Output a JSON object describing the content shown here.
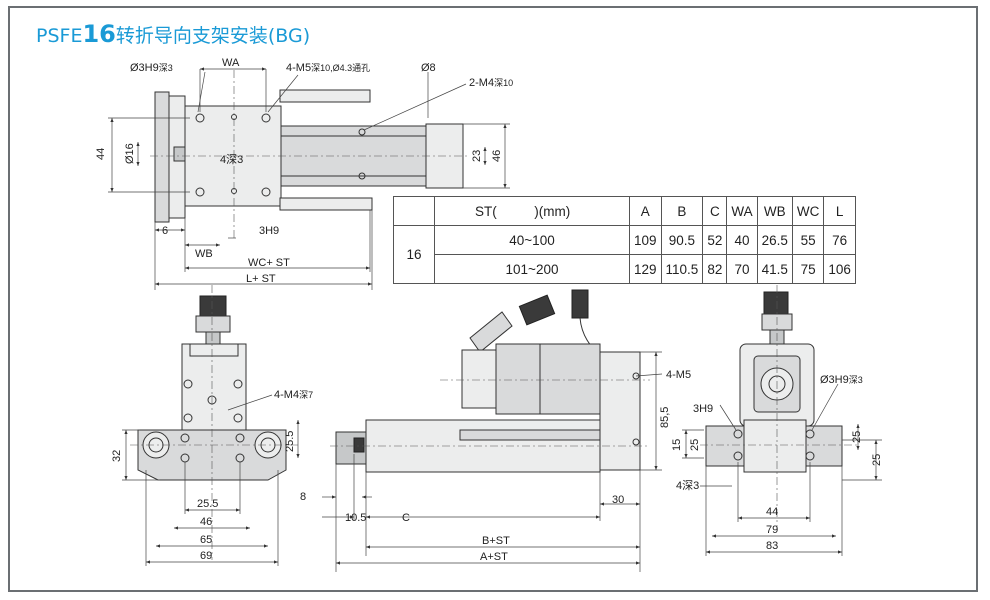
{
  "title": {
    "prefix": "PSFE",
    "size": "16",
    "suffix": "转折导向支架安装(BG)"
  },
  "colors": {
    "title": "#1a9ad6",
    "frame": "#6b6f73"
  },
  "spec_table": {
    "header": {
      "st": "ST(",
      "unit": ")(mm)",
      "cols": [
        "A",
        "B",
        "C",
        "WA",
        "WB",
        "WC",
        "L"
      ]
    },
    "model": "16",
    "rows": [
      {
        "st": "40~100",
        "values": [
          "109",
          "90.5",
          "52",
          "40",
          "26.5",
          "55",
          "76"
        ]
      },
      {
        "st": "101~200",
        "values": [
          "129",
          "110.5",
          "82",
          "70",
          "41.5",
          "75",
          "106"
        ]
      }
    ]
  },
  "top_view": {
    "d_pin": "Ø3H9",
    "d_pin_depth": "深3",
    "wa": "WA",
    "m5": "4-M5",
    "m5_depth": "深10,Ø4.3",
    "m5_through": "通孔",
    "d8": "Ø8",
    "m4": "2-M4",
    "m4_depth": "深10",
    "dim_44": "44",
    "d16": "Ø16",
    "depth_3": "4深3",
    "dim_23": "23",
    "dim_46": "46",
    "dim_6": "6",
    "h3": "3H9",
    "wb": "WB",
    "wc": "WC+ ST",
    "l": "L+ ST"
  },
  "left_view": {
    "m4": "4-M4",
    "m4_depth": "深7",
    "dim_32": "32",
    "dim_25_5v": "25.5",
    "dim_25_5": "25.5",
    "dim_46": "46",
    "dim_65": "65",
    "dim_69": "69"
  },
  "side_view": {
    "m5": "4-M5",
    "dim_85_5": "85,5",
    "dim_8": "8",
    "dim_10_5": "10.5",
    "c": "C",
    "dim_30": "30",
    "b": "B+ST",
    "a": "A+ST"
  },
  "right_view": {
    "h3": "3H9",
    "dim_15": "15",
    "dim_25a": "25",
    "dim_25b": "25",
    "d_pin": "Ø3H9",
    "d_pin_depth": "深3",
    "depth_3": "4深3",
    "dim_44": "44",
    "dim_79": "79",
    "dim_83": "83"
  }
}
